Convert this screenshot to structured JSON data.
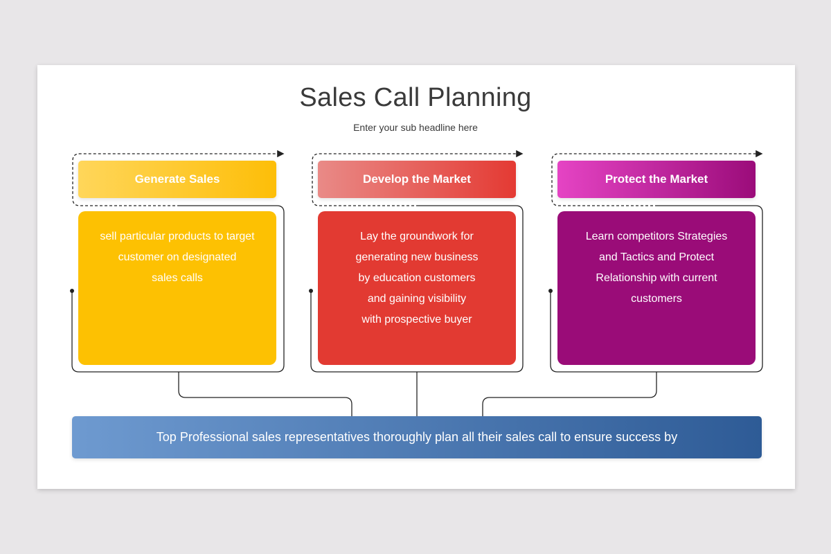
{
  "slide": {
    "title": "Sales Call Planning",
    "subtitle": "Enter your sub headline here"
  },
  "columns": [
    {
      "heading": "Generate Sales",
      "lines": [
        "sell particular products to target",
        "customer on designated",
        "sales calls"
      ],
      "color": "#fdc102"
    },
    {
      "heading": "Develop the Market",
      "lines": [
        "Lay the groundwork for",
        "generating new business",
        "by education customers",
        "and gaining visibility",
        "with prospective buyer"
      ],
      "color": "#e23a32"
    },
    {
      "heading": "Protect the Market",
      "lines": [
        "Learn competitors Strategies",
        "and Tactics and Protect",
        "Relationship with current",
        "customers"
      ],
      "color": "#9a0c78"
    }
  ],
  "bottom": {
    "text": "Top Professional sales representatives thoroughly plan all their sales call to ensure success by",
    "color": "#2e5b96"
  }
}
